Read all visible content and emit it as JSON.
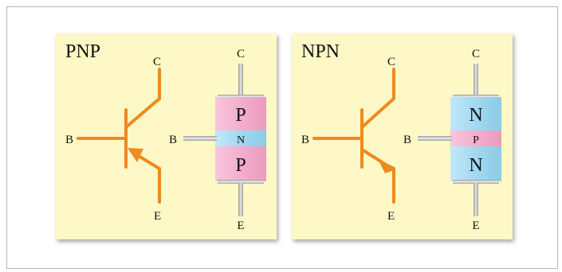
{
  "panels": [
    {
      "title": "PNP",
      "symbol": {
        "collector": "C",
        "base": "B",
        "emitter": "E",
        "arrow": "inward"
      },
      "block": {
        "collector": "C",
        "base": "B",
        "emitter": "E",
        "layers": [
          "P",
          "N",
          "P"
        ],
        "outer_color": "#f6b8d3",
        "middle_color": "#a9dcf2"
      }
    },
    {
      "title": "NPN",
      "symbol": {
        "collector": "C",
        "base": "B",
        "emitter": "E",
        "arrow": "outward"
      },
      "block": {
        "collector": "C",
        "base": "B",
        "emitter": "E",
        "layers": [
          "N",
          "P",
          "N"
        ],
        "outer_color": "#a9dcf2",
        "middle_color": "#f6b8d3"
      }
    }
  ],
  "colors": {
    "panel_bg": "#fdf8c6",
    "wire": "#ef8a1e",
    "lead": "#b8b8b8"
  }
}
